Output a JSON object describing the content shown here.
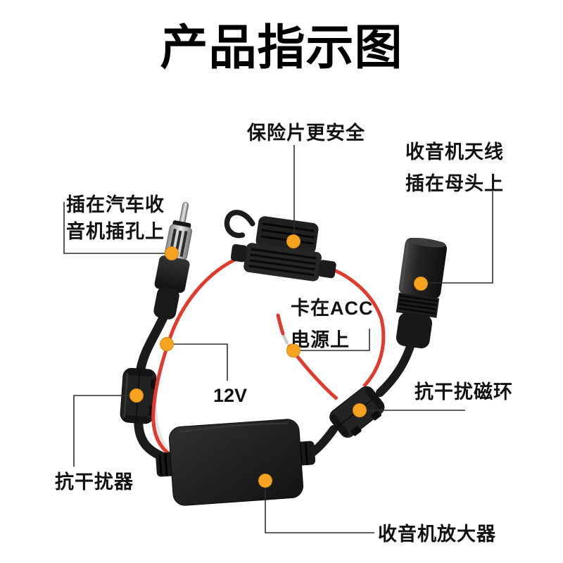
{
  "title": "产品指示图",
  "colors": {
    "accent_dot": "#F6A41F",
    "accent_dot_edge": "#D98B12",
    "wire_red": "#E13B2F",
    "leader_line": "#2e2e2e",
    "plastic_black": "#1c1c1c"
  },
  "labels": {
    "antenna_plug": "插在汽车收\n音机插孔上",
    "fuse": "保险片更安全",
    "antenna_jack": "收音机天线\n插在母头上",
    "acc_power": "卡在ACC\n电源上",
    "voltage": "12V",
    "ferrite_ring": "抗干扰磁环",
    "noise_filter": "抗干扰器",
    "amplifier": "收音机放大器"
  }
}
